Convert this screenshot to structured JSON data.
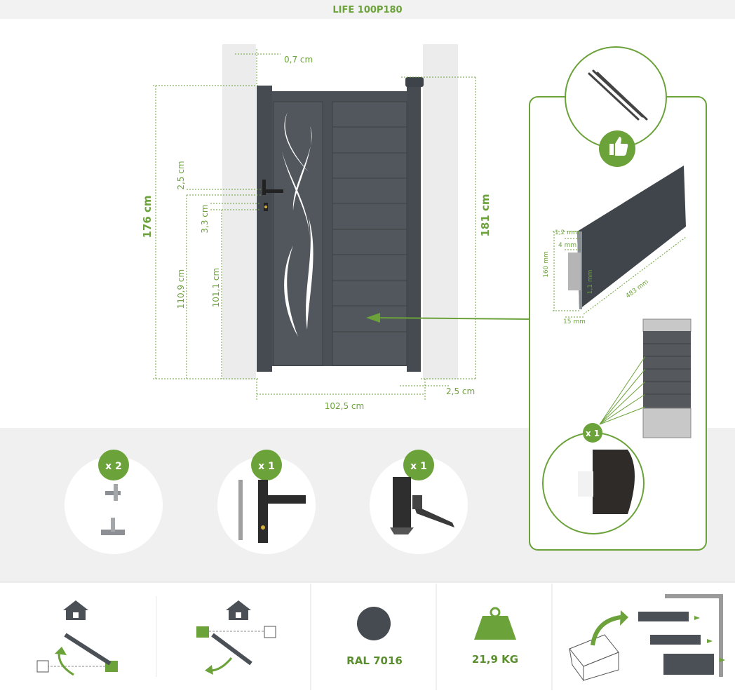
{
  "title": "LIFE 100P180",
  "dimensions": {
    "post_gap": "0,7 cm",
    "total_height_left": "176 cm",
    "total_height_right": "181 cm",
    "handle_offset": "2,5 cm",
    "lock_offset": "3,3 cm",
    "handle_height": "110,9 cm",
    "lock_height": "101,1 cm",
    "width": "102,5 cm",
    "bottom_gap": "2,5 cm"
  },
  "profile": {
    "thickness_top": "1,2 mm",
    "groove": "4 mm",
    "height": "160 mm",
    "wall": "1,1 mm",
    "length": "483 mm",
    "depth": "15 mm"
  },
  "accessories": [
    {
      "count": "x 2",
      "icon": "hinge-icon"
    },
    {
      "count": "x 1",
      "icon": "handle-icon"
    },
    {
      "count": "x 1",
      "icon": "stop-latch-icon"
    }
  ],
  "profile_cut_count": "x 1",
  "features": {
    "color_label": "RAL 7016",
    "weight_label": "21,9 KG"
  },
  "colors": {
    "accent": "#6ba23a",
    "gate": "#454b50",
    "wall": "#eeeeee"
  }
}
